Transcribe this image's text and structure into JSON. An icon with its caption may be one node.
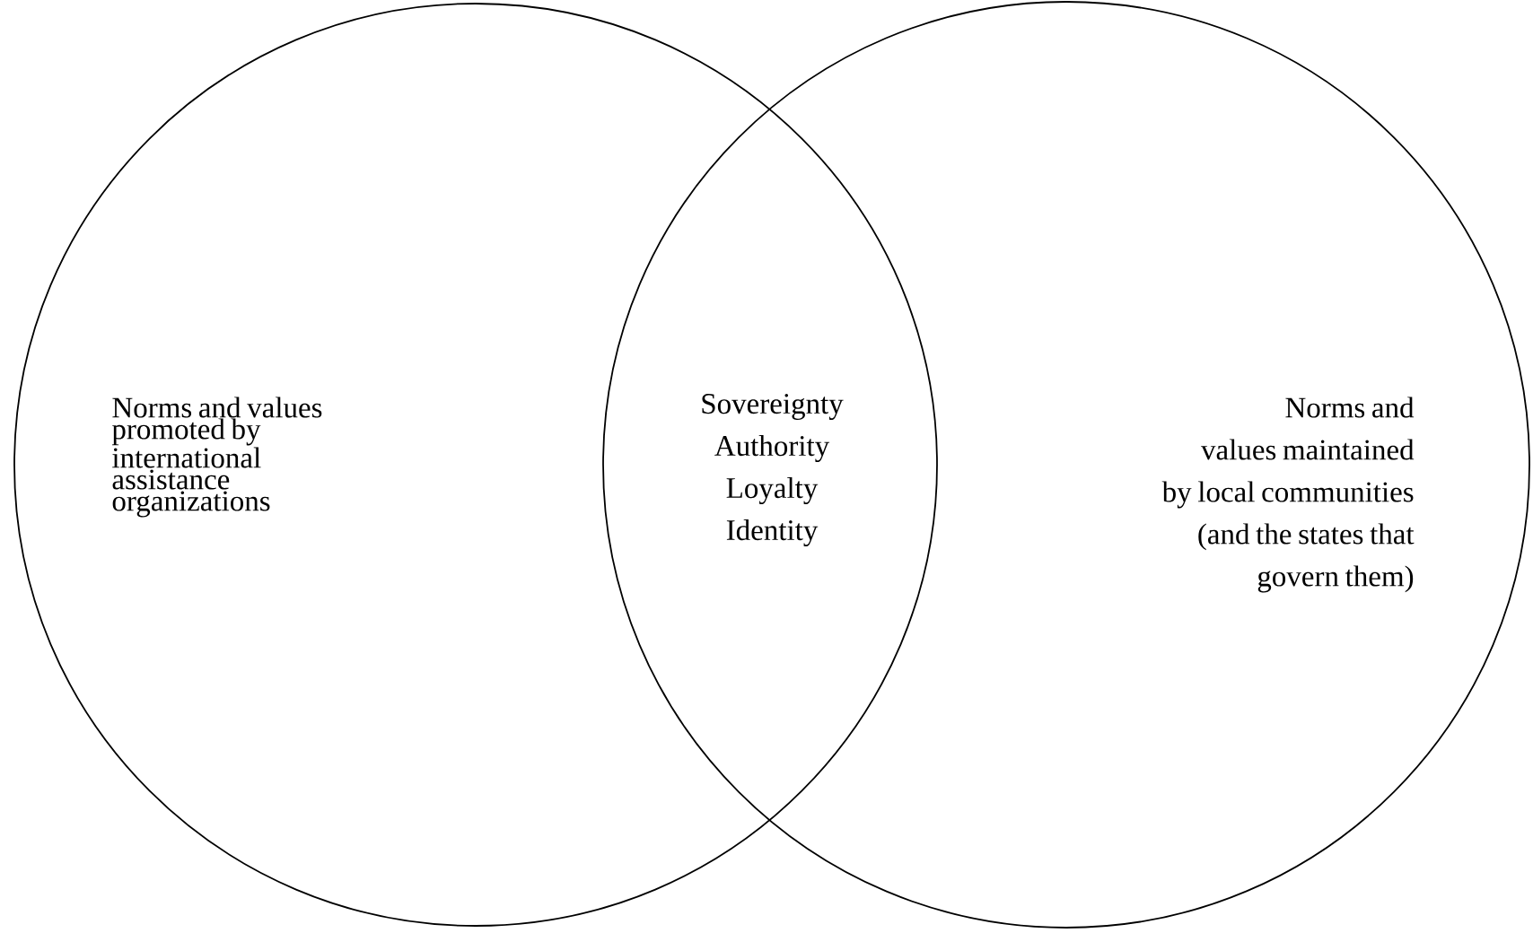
{
  "diagram": {
    "nodes": [
      {
        "text": [
          "Norms and values promoted by international assistance organizations"
        ]
      },
      {
        "text": [
          "Norms and values maintained by local communities (and the states that govern them)"
        ]
      }
    ],
    "labels": [
      "Sovereignty Authority Loyalty Identity"
    ]
  }
}
